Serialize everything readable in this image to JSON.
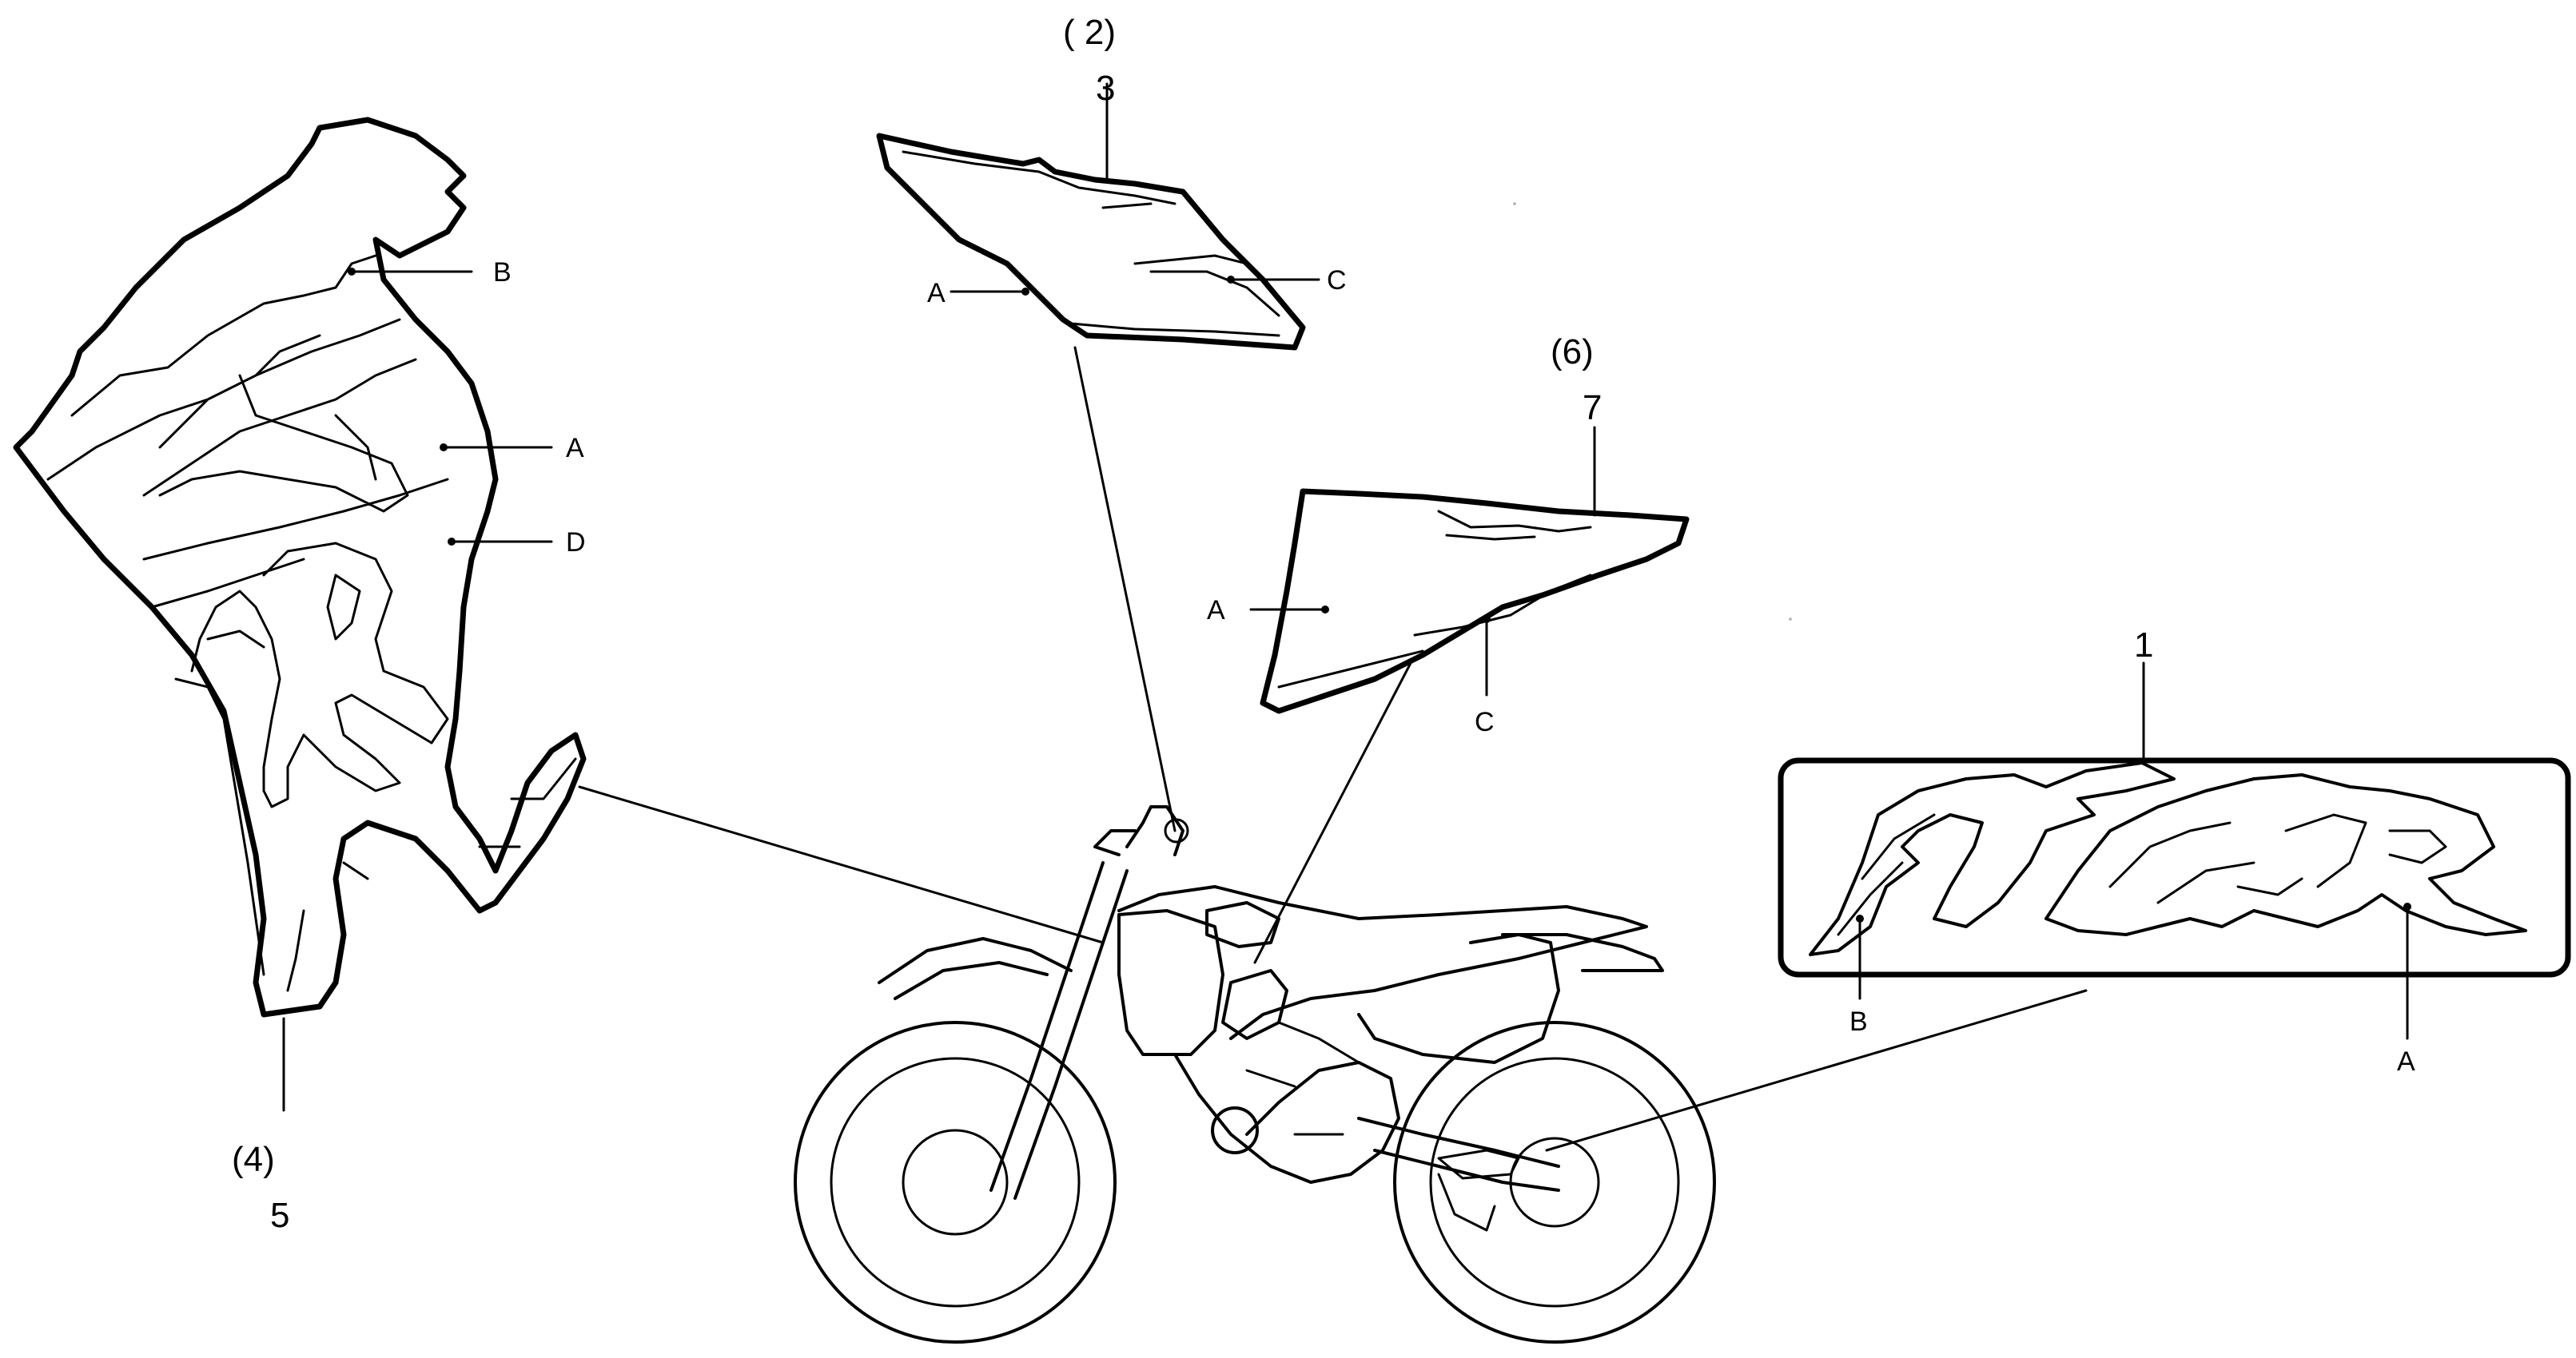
{
  "parts": {
    "emblem": {
      "ref_number": "1",
      "stripe_a": "A",
      "stripe_b": "B"
    },
    "left_shroud_stripe": {
      "alt_number": "(4)",
      "ref_number": "5",
      "stripe_a": "A",
      "stripe_b": "B",
      "stripe_d": "D"
    },
    "tank_stripe_upper": {
      "alt_number": "( 2)",
      "ref_number": "3",
      "stripe_a": "A",
      "stripe_c": "C"
    },
    "tank_stripe_lower": {
      "alt_number": "(6)",
      "ref_number": "7",
      "stripe_a": "A",
      "stripe_c": "C"
    }
  },
  "colors": {
    "ink": "#000000",
    "paper": "#ffffff"
  }
}
